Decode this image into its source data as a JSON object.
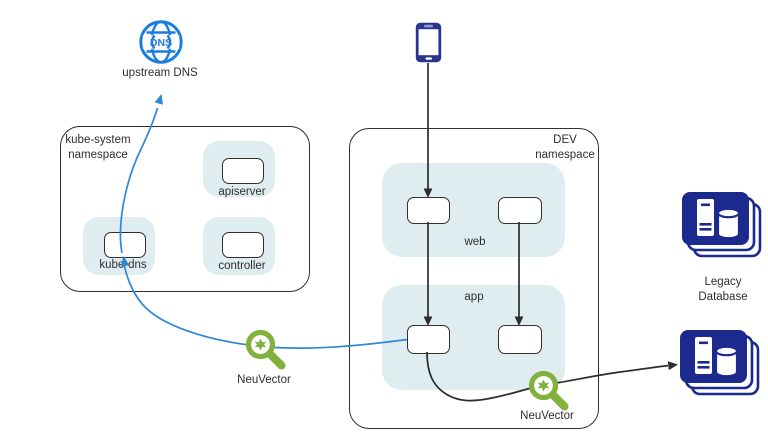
{
  "diagram": {
    "dns_icon_text": "DNS",
    "upstream_dns_label": "upstream DNS",
    "kube_system_namespace": {
      "label_line1": "kube-system",
      "label_line2": "namespace",
      "pods": {
        "apiserver": "apiserver",
        "kube_dns": "kube-dns",
        "controller": "controller"
      }
    },
    "dev_namespace": {
      "label_line1": "DEV",
      "label_line2": "namespace",
      "tiers": {
        "web": "web",
        "app": "app"
      }
    },
    "neuvector_left_label": "NeuVector",
    "neuvector_right_label": "NeuVector",
    "legacy_database": {
      "label_line1": "Legacy",
      "label_line2": "Database"
    }
  },
  "colors": {
    "flow_blue": "#2e86d6",
    "dns_icon_blue": "#1b7ce0",
    "device_navy": "#29348f",
    "database_navy": "#1c2a8e",
    "neuvector_green": "#83b13d",
    "zone_fill": "#dfedf0",
    "outline_dark": "#2f2f2f"
  }
}
